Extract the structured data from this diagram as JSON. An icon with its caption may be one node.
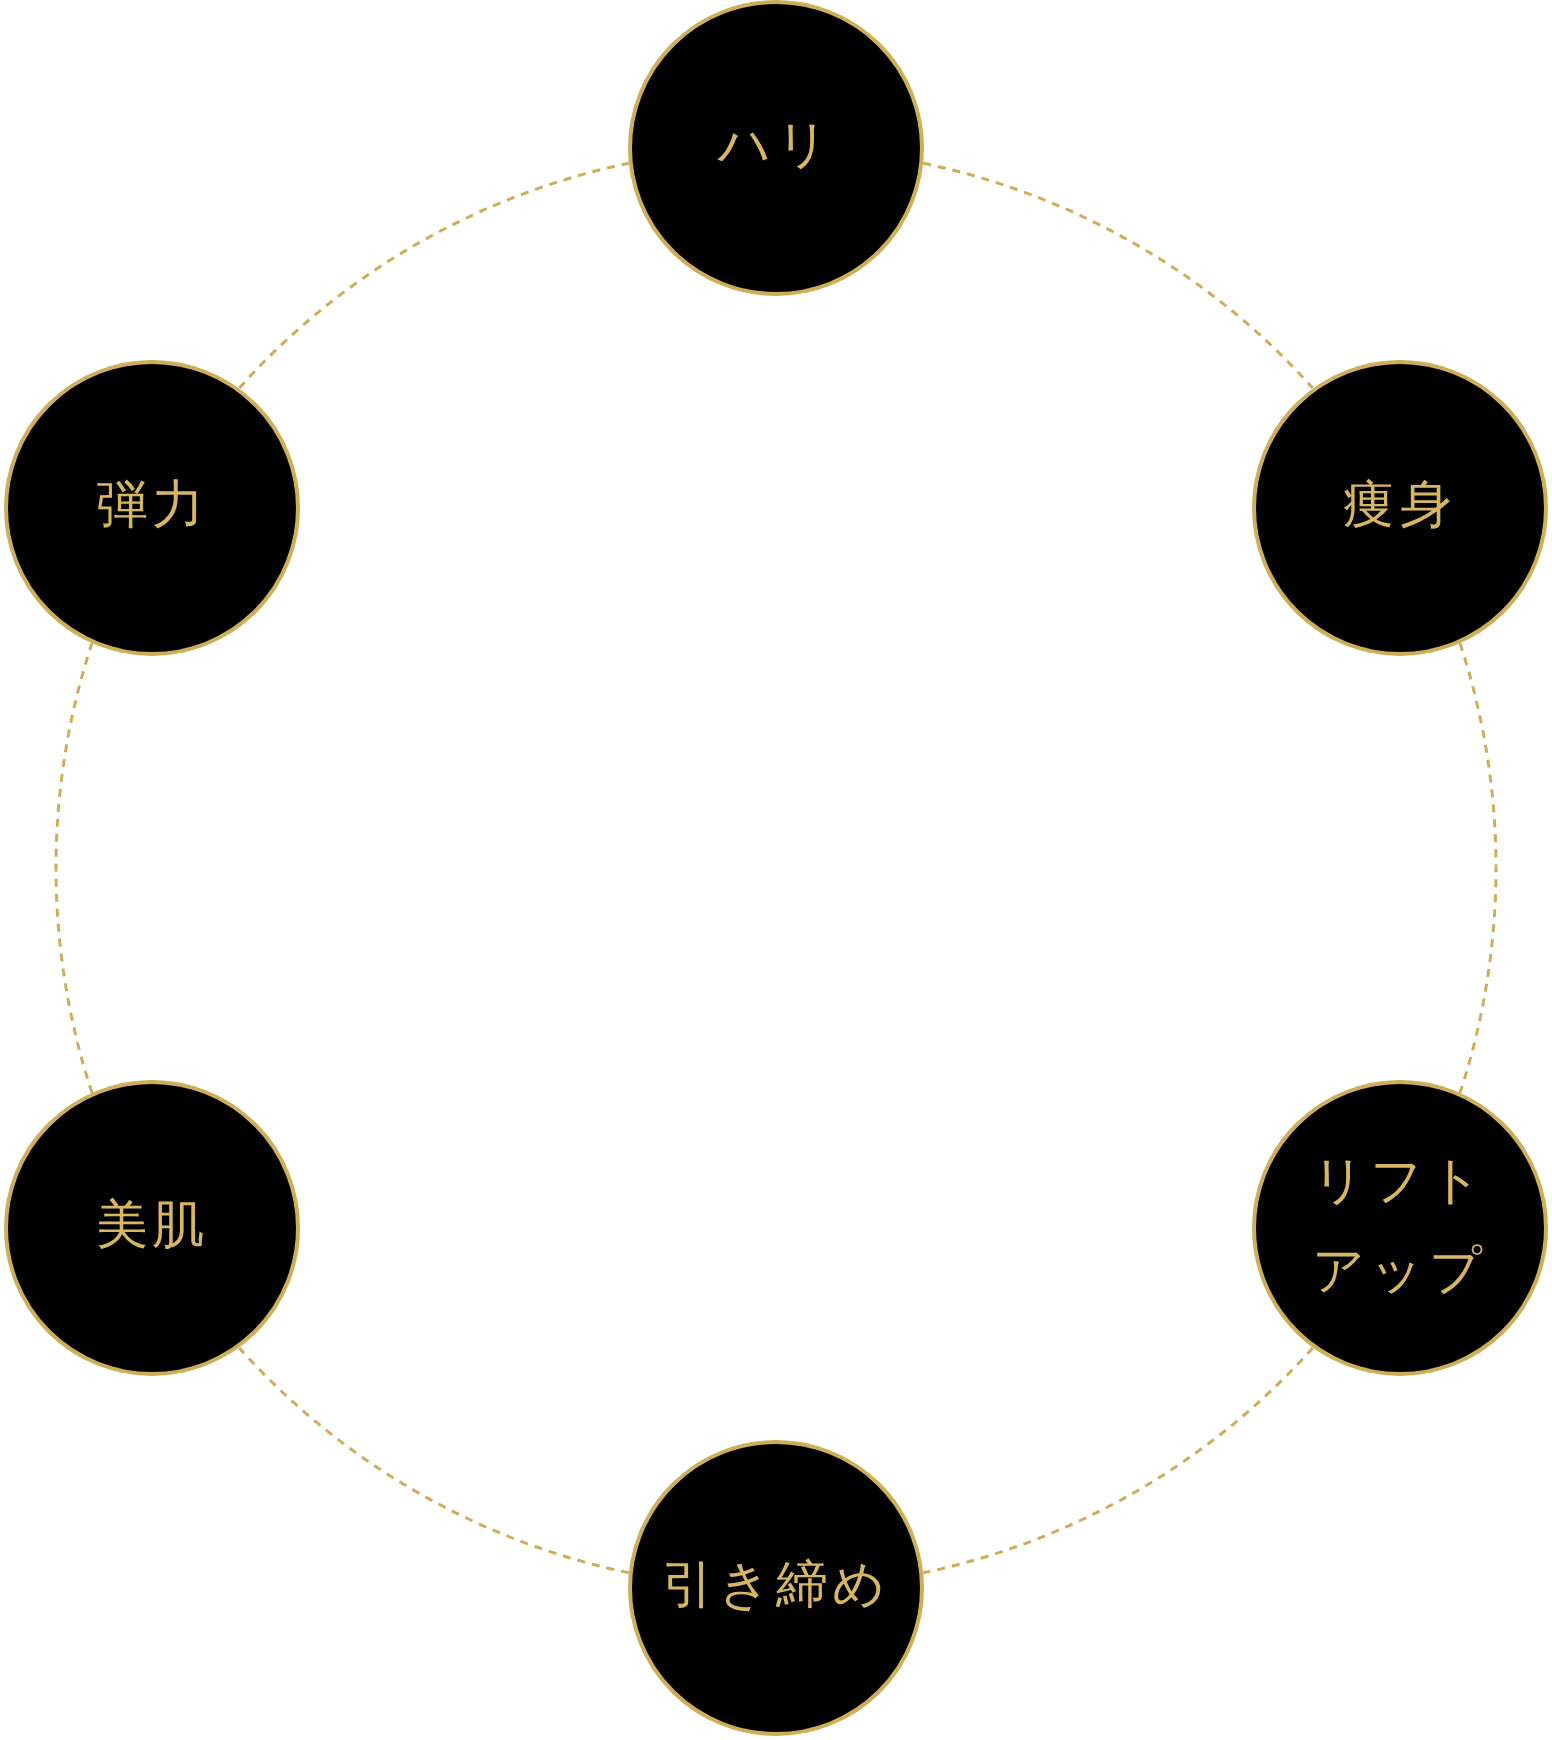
{
  "diagram": {
    "nodes": [
      {
        "text": [
          "ハリ"
        ]
      },
      {
        "text": [
          "痩身"
        ]
      },
      {
        "text": [
          "リフトアップ"
        ]
      },
      {
        "text": [
          "引き締め"
        ]
      },
      {
        "text": [
          "美肌"
        ]
      },
      {
        "text": [
          "弾力"
        ]
      }
    ],
    "edges": [
      {
        "from": 0,
        "to": 1,
        "arrow": "none",
        "style": "dashed"
      },
      {
        "from": 1,
        "to": 2,
        "arrow": "none",
        "style": "dashed"
      },
      {
        "from": 2,
        "to": 3,
        "arrow": "none",
        "style": "dashed"
      },
      {
        "from": 3,
        "to": 4,
        "arrow": "none",
        "style": "dashed"
      },
      {
        "from": 4,
        "to": 5,
        "arrow": "none",
        "style": "dashed"
      },
      {
        "from": 5,
        "to": 0,
        "arrow": "none",
        "style": "dashed"
      }
    ]
  }
}
